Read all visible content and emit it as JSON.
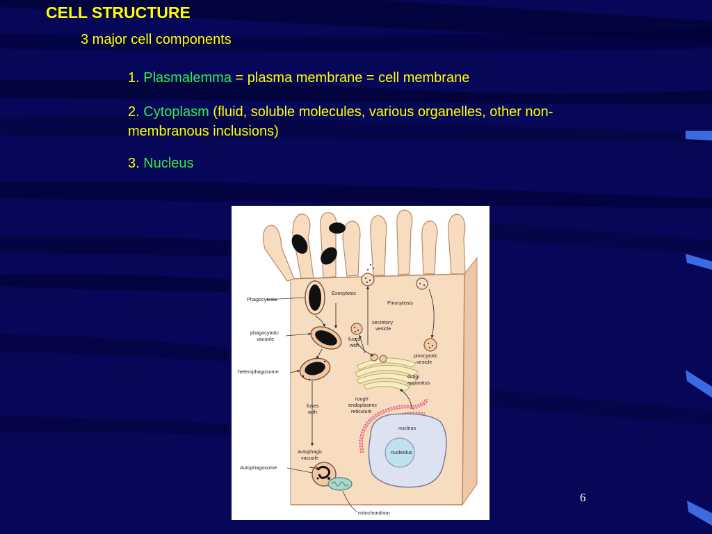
{
  "slide": {
    "title": "CELL STRUCTURE",
    "subtitle": "3 major cell components",
    "items": [
      {
        "number": "1. ",
        "term": "Plasmalemma",
        "rest": " = plasma membrane = cell membrane"
      },
      {
        "number": "2. ",
        "term": "Cytoplasm",
        "rest": " (fluid, soluble molecules, various organelles, other non-",
        "continuation": "membranous inclusions)"
      },
      {
        "number": "3. ",
        "term": "Nucleus",
        "rest": ""
      }
    ],
    "page_number": "6"
  },
  "figure": {
    "labels": {
      "phagocytosis": "Phagocytosis",
      "exocytosis": "Exocytosis",
      "pinocytosis": "Pinocytosis",
      "secretory_1": "secretory",
      "secretory_2": "vesicle",
      "phagocytotic_1": "phagocytotic",
      "phagocytotic_2": "vacuole",
      "fuses_with_1a": "fuses",
      "fuses_with_1b": "with",
      "pinocytotic_1": "pinocytotic",
      "pinocytotic_2": "vesicle",
      "heterophagosome": "heterophagosome",
      "golgi_1": "Golgi",
      "golgi_2": "apparatus",
      "rer_1": "rough",
      "rer_2": "endoplasmic",
      "rer_3": "reticulum",
      "fuses_with_2a": "fuses",
      "fuses_with_2b": "with",
      "nucleus": "nucleus",
      "nucleolus": "nucleolus",
      "autophagic_1": "autophagic",
      "autophagic_2": "vacuole",
      "autophagosome": "Autophagosome",
      "mitochondrion": "mitochondrion"
    }
  },
  "colors": {
    "background": "#07075a",
    "heading_text": "#ffff00",
    "term_text": "#33ee44",
    "cell_fill": "#f8dcc0",
    "nucleus_fill": "#dde2f2"
  }
}
